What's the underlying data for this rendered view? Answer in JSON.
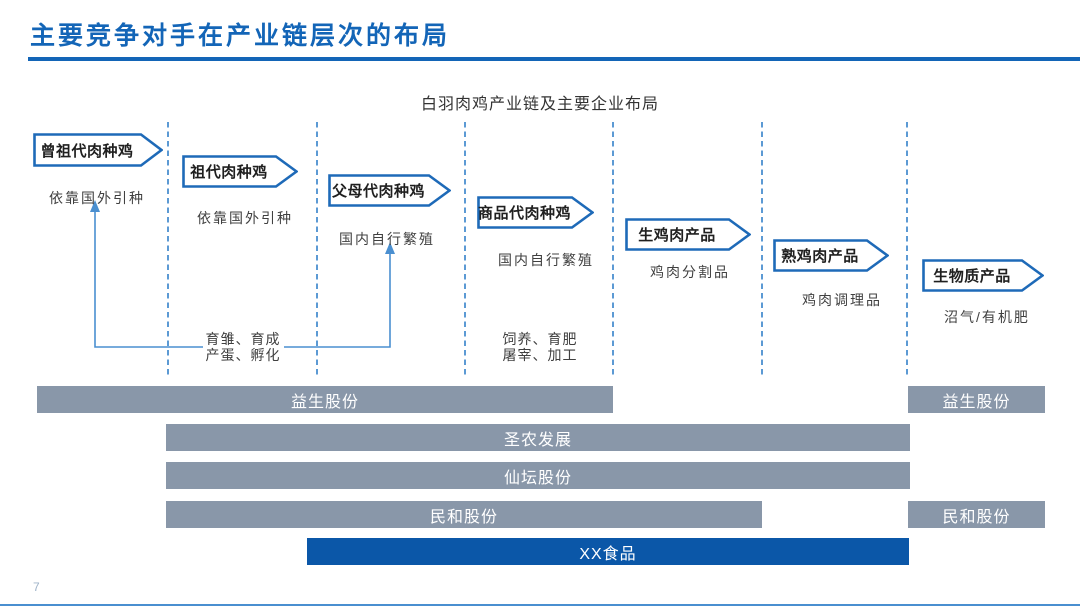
{
  "slide": {
    "title": "主要竞争对手在产业链层次的布局",
    "page_number": "7"
  },
  "diagram": {
    "subtitle": "白羽肉鸡产业链及主要企业布局",
    "stages": [
      {
        "label": "曾祖代肉种鸡",
        "note": "依靠国外引种"
      },
      {
        "label": "祖代肉种鸡",
        "note": "依靠国外引种"
      },
      {
        "label": "父母代肉种鸡",
        "note": "国内自行繁殖"
      },
      {
        "label": "商品代肉种鸡",
        "note": "国内自行繁殖"
      },
      {
        "label": "生鸡肉产品",
        "note": "鸡肉分割品"
      },
      {
        "label": "熟鸡肉产品",
        "note": "鸡肉调理品"
      },
      {
        "label": "生物质产品",
        "note": "沼气/有机肥"
      }
    ],
    "process_notes": [
      {
        "line1": "育雏、育成",
        "line2": "产蛋、孵化"
      },
      {
        "line1": "饲养、育肥",
        "line2": "屠宰、加工"
      }
    ]
  },
  "companies": [
    {
      "name": "益生股份"
    },
    {
      "name": "圣农发展"
    },
    {
      "name": "仙坛股份"
    },
    {
      "name": "民和股份"
    },
    {
      "name": "XX食品"
    }
  ],
  "colors": {
    "accent_blue": "#1365b7",
    "box_border": "#1e6ab8",
    "connector_blue": "#4a8fd0",
    "bar_gray": "#8997a9",
    "bar_blue": "#0b57a8"
  }
}
